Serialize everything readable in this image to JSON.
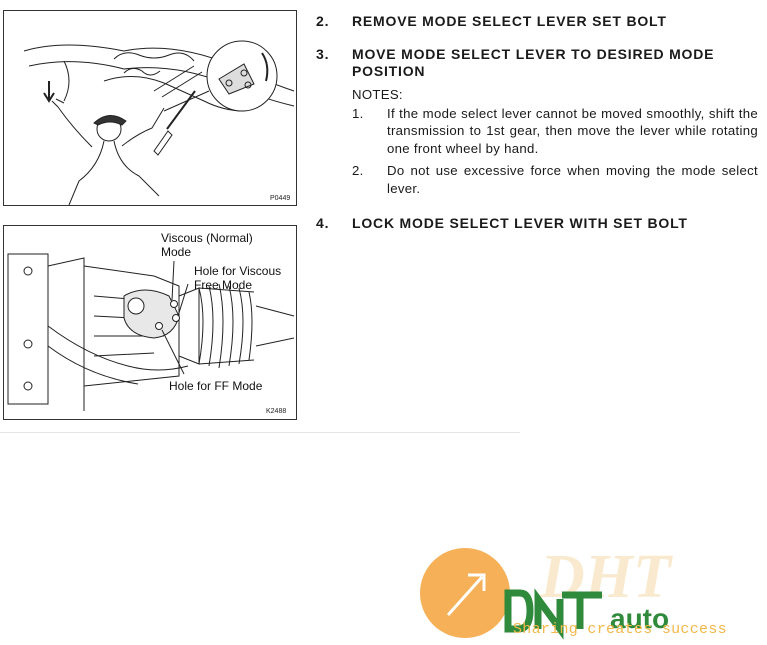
{
  "figures": [
    {
      "code": "P0449"
    },
    {
      "code": "K2488",
      "callouts": {
        "viscous_normal": "Viscous (Normal)\nMode",
        "viscous_free": "Hole for Viscous\nFree Mode",
        "ff_mode": "Hole for FF Mode"
      }
    }
  ],
  "steps": [
    {
      "num": "2.",
      "text": "REMOVE MODE SELECT LEVER SET BOLT"
    },
    {
      "num": "3.",
      "text": "MOVE MODE SELECT LEVER TO DESIRED MODE POSITION"
    },
    {
      "num": "4.",
      "text": "LOCK MODE SELECT LEVER WITH SET BOLT"
    }
  ],
  "notes": {
    "header": "NOTES:",
    "items": [
      {
        "num": "1.",
        "text": "If the mode select lever cannot be moved smoothly, shift the transmission to 1st gear, then move the lever while rotating one front wheel by hand."
      },
      {
        "num": "2.",
        "text": "Do not use excessive force when moving the mode select lever."
      }
    ]
  },
  "watermark": {
    "tagline": "Sharing creates success"
  },
  "colors": {
    "logo_orange": "#f4a23a",
    "logo_green": "#2f8a3c",
    "logo_gold": "#f2b84a"
  }
}
